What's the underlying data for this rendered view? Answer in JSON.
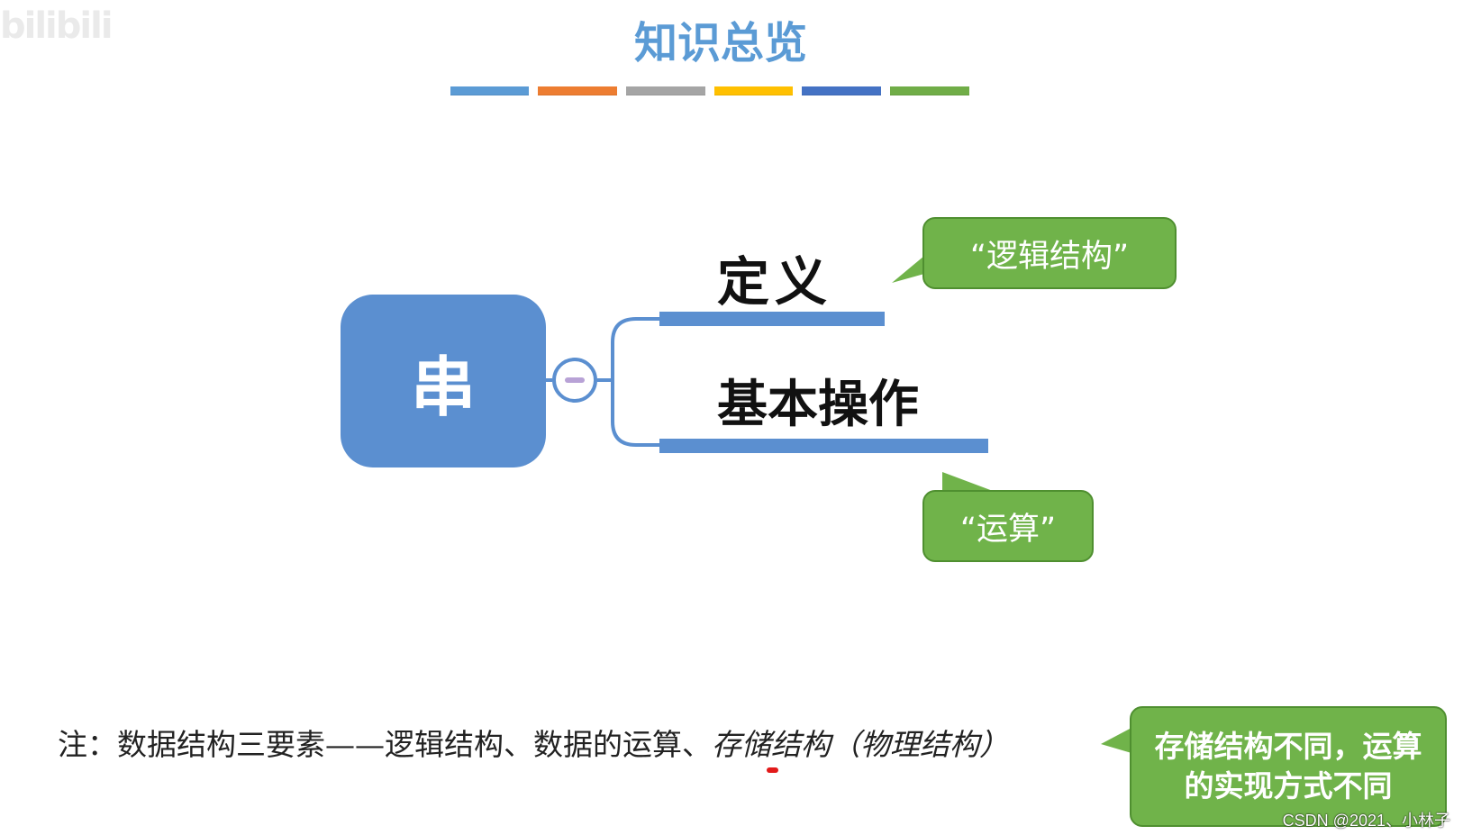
{
  "watermark": {
    "logo": "bilibili"
  },
  "title": "知识总览",
  "color_bars": [
    "#5b9bd5",
    "#ed7d31",
    "#a5a5a5",
    "#ffc000",
    "#4472c4",
    "#70ad47"
  ],
  "mindmap": {
    "root": "串",
    "branches": [
      {
        "label": "定义",
        "callout": "“逻辑结构”"
      },
      {
        "label": "基本操作",
        "callout": "“运算”"
      }
    ]
  },
  "note": {
    "prefix": "注：数据结构三要素——逻辑结构、数据的运算、",
    "italic": "存储结构（物理结构）"
  },
  "note_callout": "存储结构不同，运算的实现方式不同",
  "credit": "CSDN @2021、小林子",
  "colors": {
    "node_blue": "#5b8fd0",
    "callout_green": "#70b34a",
    "title_blue": "#5b9bd5"
  }
}
